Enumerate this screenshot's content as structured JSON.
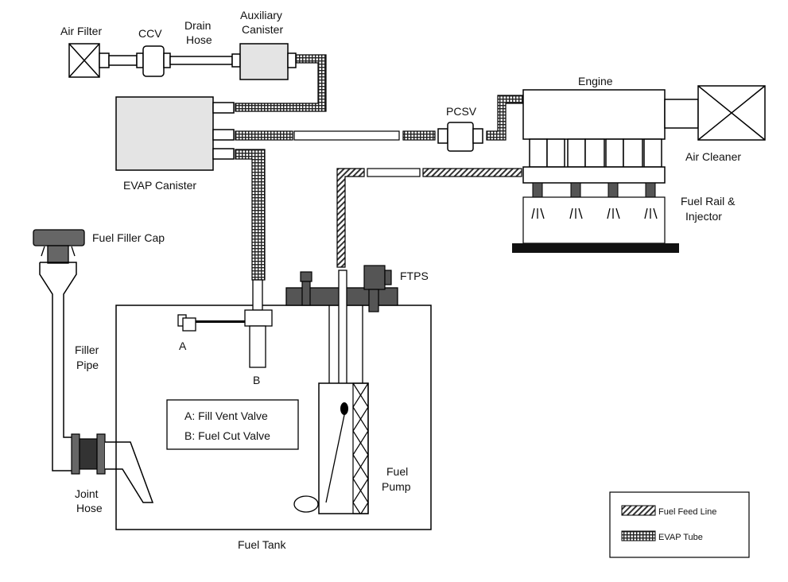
{
  "labels": {
    "air_filter": "Air Filter",
    "ccv": "CCV",
    "drain_hose_1": "Drain",
    "drain_hose_2": "Hose",
    "aux_canister_1": "Auxiliary",
    "aux_canister_2": "Canister",
    "engine": "Engine",
    "pcsv": "PCSV",
    "air_cleaner": "Air Cleaner",
    "evap_canister": "EVAP Canister",
    "fuel_rail_1": "Fuel Rail &",
    "fuel_rail_2": "Injector",
    "fuel_filler_cap": "Fuel Filler Cap",
    "ftps": "FTPS",
    "filler_pipe_1": "Filler",
    "filler_pipe_2": "Pipe",
    "valve_a": "A",
    "valve_b": "B",
    "fill_vent_valve": "A: Fill Vent Valve",
    "fuel_cut_valve": "B: Fuel Cut Valve",
    "joint_hose_1": "Joint",
    "joint_hose_2": "Hose",
    "fuel_pump_1": "Fuel",
    "fuel_pump_2": "Pump",
    "fuel_tank": "Fuel Tank"
  },
  "legend": {
    "fuel_feed_line": "Fuel Feed Line",
    "evap_tube": "EVAP Tube"
  }
}
